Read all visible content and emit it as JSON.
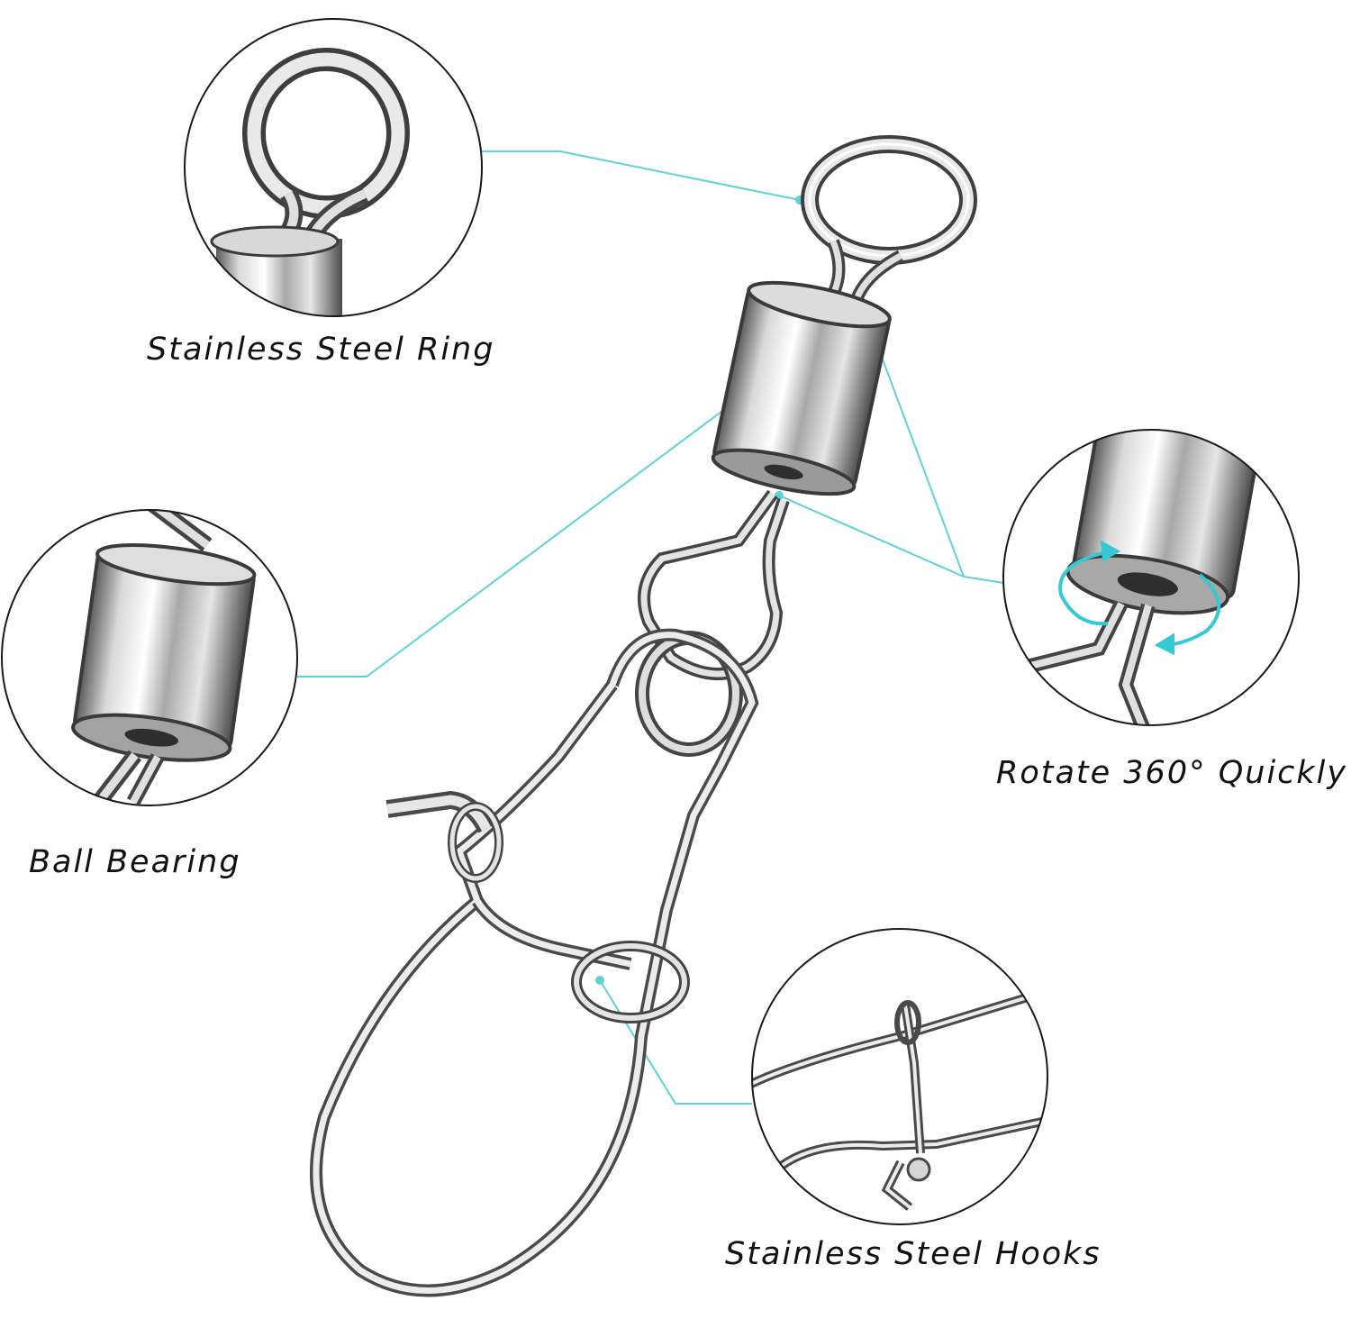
{
  "labels": {
    "ring": "Stainless Steel Ring",
    "bearing": "Ball Bearing",
    "rotate": "Rotate 360° Quickly",
    "hooks": "Stainless Steel Hooks"
  },
  "colors": {
    "callout_line": "#5ed2d6",
    "circle_border": "#1a1a1a",
    "metal_light": "#f2f2f2",
    "metal_mid": "#bdbdbd",
    "metal_dark": "#555555",
    "rotation_arrow": "#36c9d4",
    "text": "#111111",
    "background": "#ffffff"
  }
}
